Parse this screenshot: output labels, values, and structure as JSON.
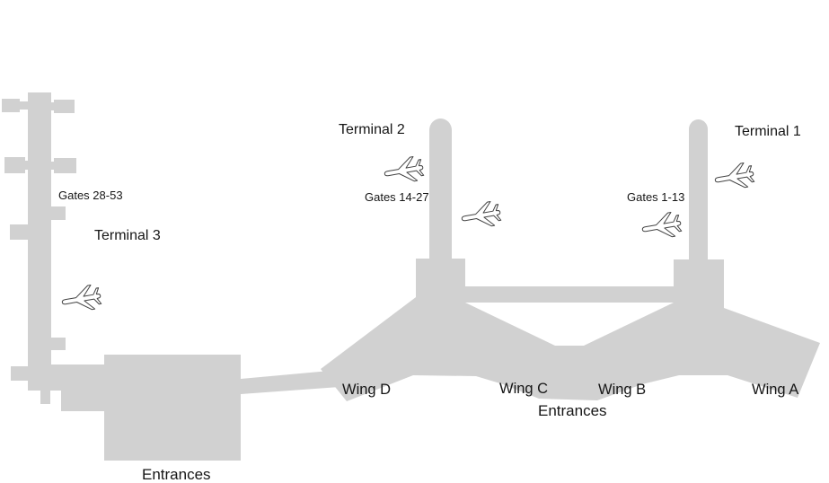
{
  "map": {
    "type": "airport-terminal-map",
    "colors": {
      "background": "#ffffff",
      "building_fill": "#d1d1d1",
      "label_text": "#161616",
      "plane_outline": "#444444",
      "plane_fill": "#ffffff"
    },
    "terminals": [
      {
        "name": "Terminal 1",
        "gates": "Gates 1-13"
      },
      {
        "name": "Terminal 2",
        "gates": "Gates 14-27"
      },
      {
        "name": "Terminal 3",
        "gates": "Gates 28-53"
      }
    ],
    "wings": [
      {
        "name": "Wing A"
      },
      {
        "name": "Wing B"
      },
      {
        "name": "Wing C"
      },
      {
        "name": "Wing D"
      }
    ],
    "entrances": {
      "central_label": "Entrances",
      "terminal_3_label": "Entrances"
    },
    "icons": [
      {
        "name": "airplane-icon",
        "count": 5
      }
    ]
  }
}
